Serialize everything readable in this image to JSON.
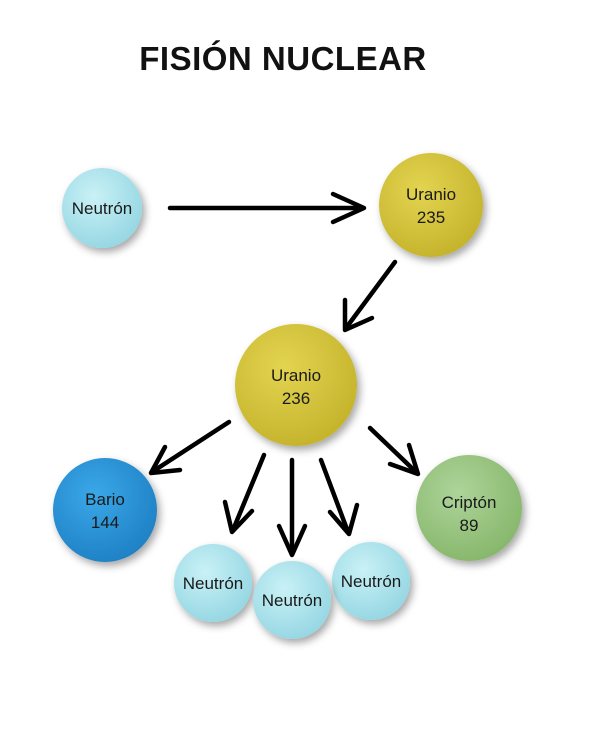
{
  "title": "FISIÓN NUCLEAR",
  "nodes": {
    "neutron_in": {
      "lines": [
        "Neutrón"
      ]
    },
    "uranio_235": {
      "lines": [
        "Uranio",
        "235"
      ]
    },
    "uranio_236": {
      "lines": [
        "Uranio",
        "236"
      ]
    },
    "bario": {
      "lines": [
        "Bario",
        "144"
      ]
    },
    "cripton": {
      "lines": [
        "Criptón",
        "89"
      ]
    },
    "neutron_out_1": {
      "lines": [
        "Neutrón"
      ]
    },
    "neutron_out_2": {
      "lines": [
        "Neutrón"
      ]
    },
    "neutron_out_3": {
      "lines": [
        "Neutrón"
      ]
    }
  },
  "colors": {
    "neutron": "#a9e4ec",
    "uranio": "#d6c53a",
    "bario": "#2c93d6",
    "cripton": "#98c47c",
    "arrow": "#000000"
  }
}
